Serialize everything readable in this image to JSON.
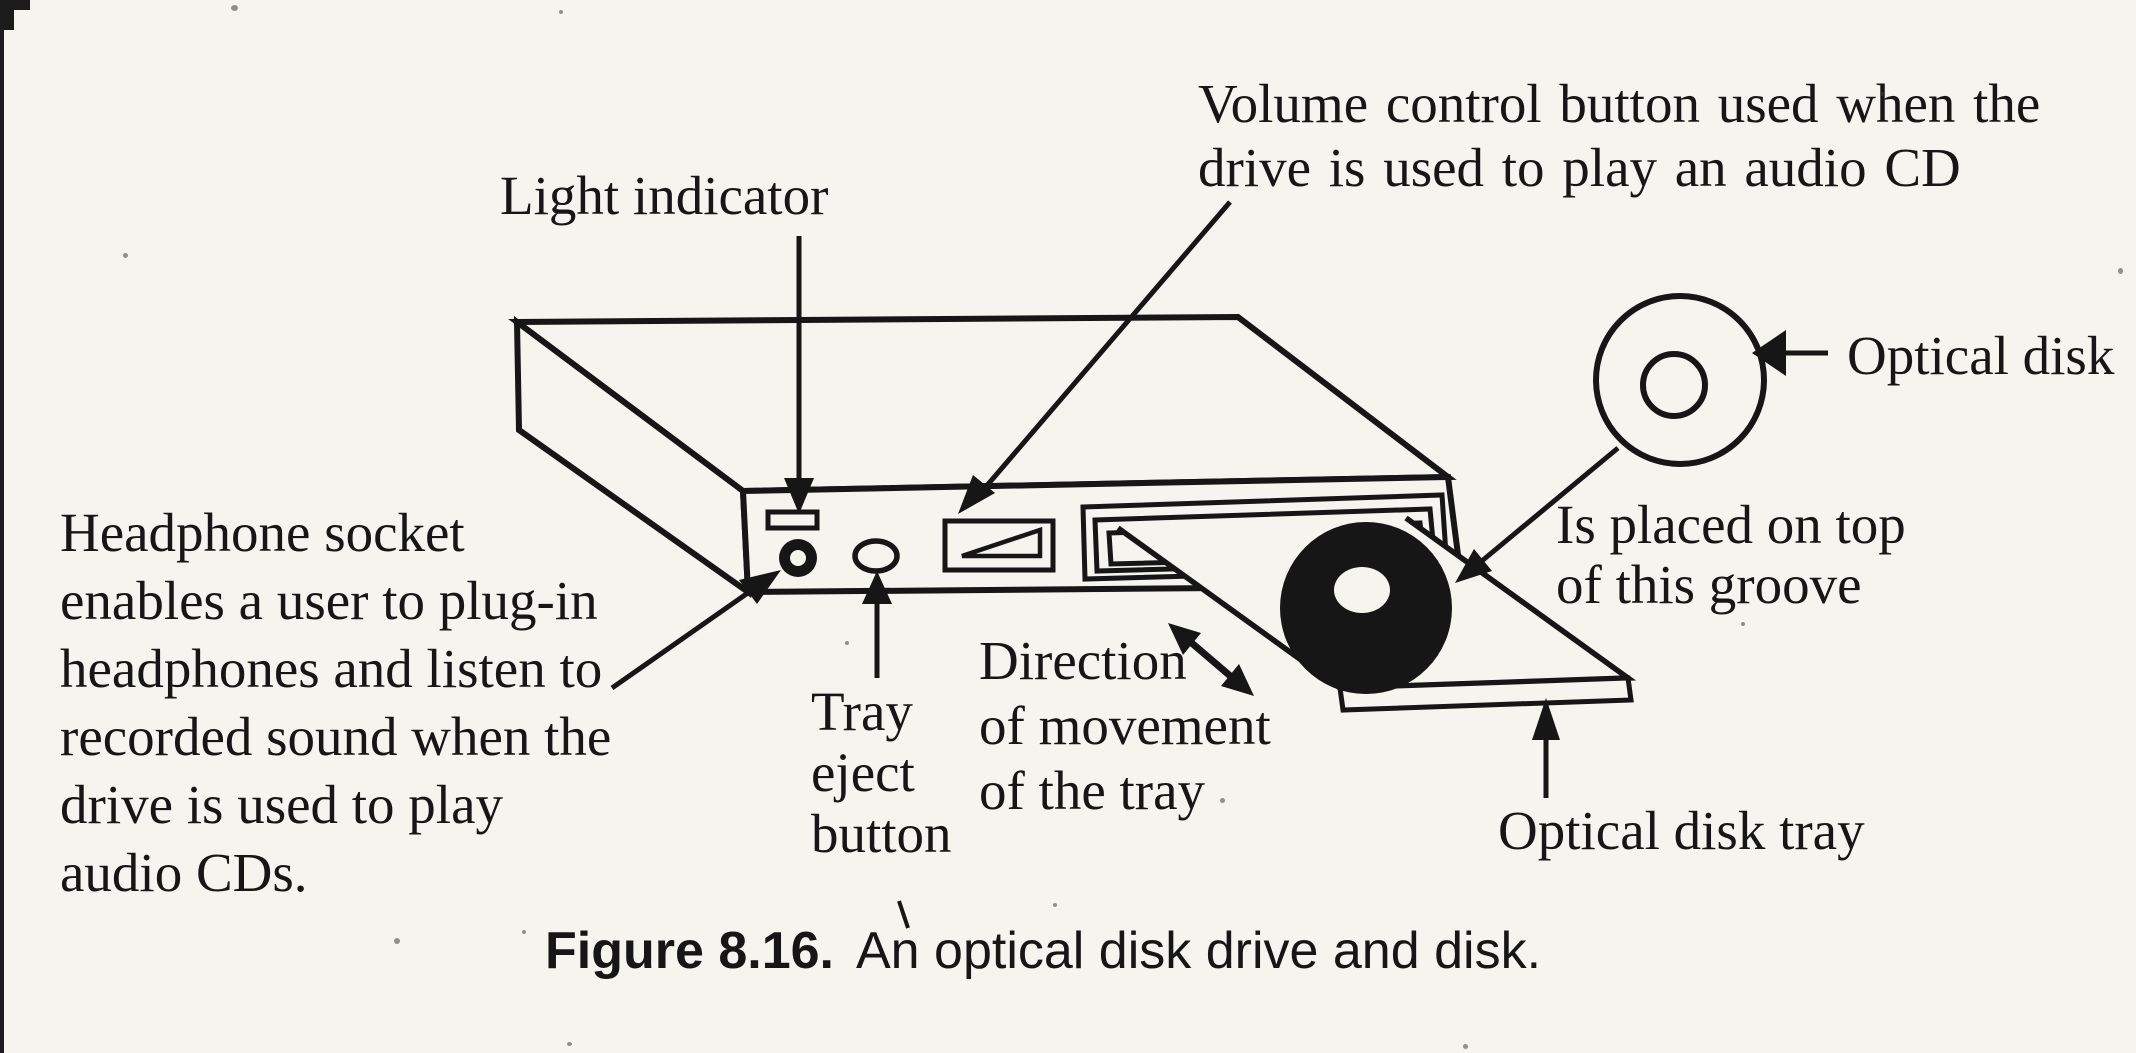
{
  "colors": {
    "ink": "#161616",
    "paper": "#f5f4ef"
  },
  "caption": {
    "label": "Figure 8.16.",
    "text": "An optical disk drive and disk."
  },
  "callouts": {
    "volume": {
      "lines": [
        "Volume control button used when the",
        "drive is used to play an audio CD"
      ]
    },
    "light": {
      "text": "Light indicator"
    },
    "headphone": {
      "lines": [
        "Headphone socket",
        "enables a user to plug-in",
        "headphones and listen to",
        "recorded sound when the",
        "drive is used to play",
        "audio CDs."
      ]
    },
    "tray_eject": {
      "lines": [
        "Tray",
        "eject",
        "button"
      ]
    },
    "direction": {
      "lines": [
        "Direction",
        "of movement",
        "of the tray"
      ]
    },
    "optical_disk": {
      "text": "Optical disk"
    },
    "groove": {
      "lines": [
        "Is placed on top",
        "of this groove"
      ]
    },
    "disk_tray": {
      "text": "Optical disk tray"
    }
  }
}
